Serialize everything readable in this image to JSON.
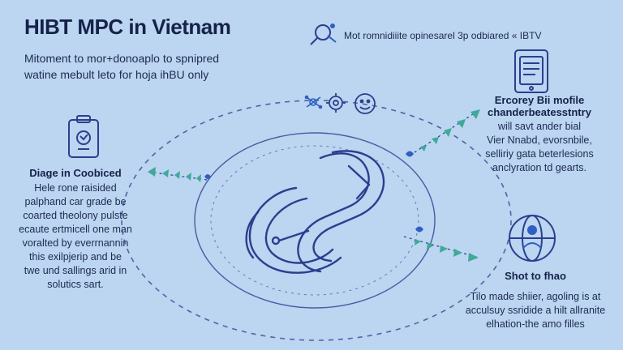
{
  "header": {
    "title": "HIBT MPC in Vietnam",
    "subtitle_line1": "Mitoment to mor+donoaplo to spnipred",
    "subtitle_line2": "watine mebult leto for hoja ihBU only"
  },
  "top_note": "Mot romnidiiite opinesarel 3p odbiared « IBTV",
  "left_panel": {
    "heading": "Diage in Coobiced",
    "lines": [
      "Hele rone raisided",
      "palphand car grade be",
      "coarted theolony pulste",
      "ecaute ertmicell one man",
      "voralted by everrnannin",
      "this exilpjerip and be",
      "twe und sallings arid in",
      "solutics sart."
    ]
  },
  "right_top_panel": {
    "heading_line1": "Ercorey Bii mofile",
    "heading_line2": "chanderbeatesstntry",
    "lines": [
      "will savt ander bial",
      "Vier Nnabd, evorsnbile,",
      "selliriy gata beterlesions",
      "anclyration td gearts."
    ]
  },
  "right_bottom_panel": {
    "heading": "Shot to fhao",
    "lines": [
      "Tilo made shiier, agoling is at",
      "acculsuy ssridide a hilt allranite",
      "elhation-the amo filles"
    ]
  },
  "icons": {
    "top_note_icon": "magnifier-network-icon",
    "top_right_icon": "mobile-device-icon",
    "left_icon": "clipboard-icon",
    "right_bottom_icon": "globe-user-icon",
    "mini_icon_1": "network-hub-icon",
    "mini_icon_2": "gear-icon",
    "mini_icon_3": "face-icon",
    "center_icon": "interlocking-symbol-icon"
  },
  "colors": {
    "background": "#bcd5f0",
    "ink": "#2a3f8f",
    "accent": "#2f5fc4",
    "arrow_teal": "#3fa99a"
  }
}
